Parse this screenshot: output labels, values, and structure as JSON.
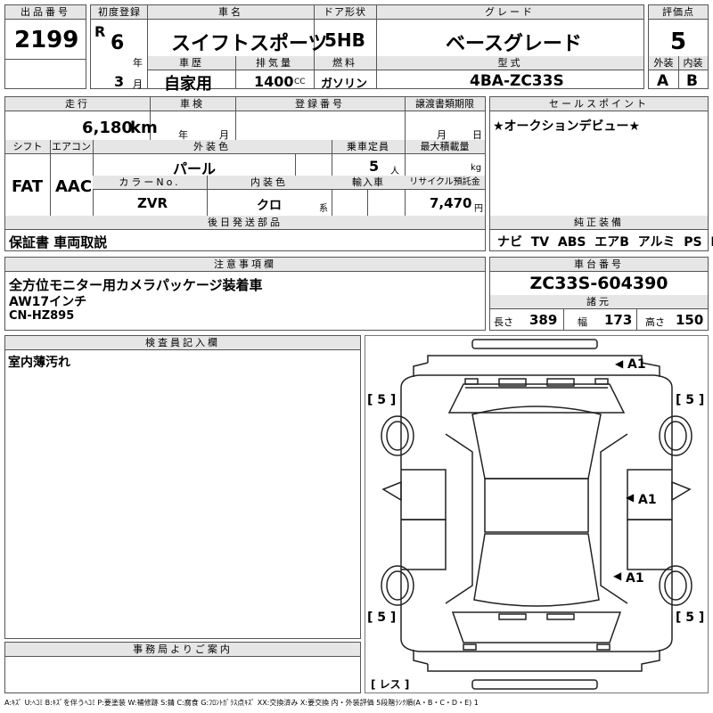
{
  "lot": {
    "header": "出品番号",
    "value": "2199"
  },
  "first_reg": {
    "header": "初度登録",
    "era": "R",
    "year": "6",
    "year_unit": "年",
    "month": "3",
    "month_unit": "月"
  },
  "car_name": {
    "header": "車名",
    "value": "スイフトスポーツ"
  },
  "door": {
    "header": "ドア形状",
    "value": "5HB"
  },
  "grade": {
    "header": "グレード",
    "value": "ベースグレード"
  },
  "score": {
    "header": "評価点",
    "value": "5"
  },
  "history": {
    "header": "車歴",
    "value": "自家用"
  },
  "displacement": {
    "header": "排気量",
    "value": "1400",
    "unit": "CC"
  },
  "fuel": {
    "header": "燃料",
    "value": "ガソリン"
  },
  "model": {
    "header": "型式",
    "value": "4BA-ZC33S"
  },
  "exterior_grade": {
    "header": "外装",
    "value": "A"
  },
  "interior_grade": {
    "header": "内装",
    "value": "B"
  },
  "mileage": {
    "header": "走行",
    "value": "6,180",
    "unit": "km"
  },
  "inspection": {
    "header": "車検",
    "year_unit": "年",
    "month_unit": "月"
  },
  "registration": {
    "header": "登録番号"
  },
  "transfer": {
    "header": "譲渡書類期限",
    "month_unit": "月",
    "day_unit": "日"
  },
  "sales_point": {
    "header": "セールスポイント",
    "text": "★オークションデビュー★"
  },
  "shift": {
    "header": "シフト",
    "value": "FAT"
  },
  "aircon": {
    "header": "エアコン",
    "value": "AAC"
  },
  "ext_color": {
    "header": "外装色",
    "value": "パール"
  },
  "capacity": {
    "header": "乗車定員",
    "value": "5",
    "unit": "人"
  },
  "max_load": {
    "header": "最大積載量",
    "unit": "kg"
  },
  "color_no": {
    "header": "カラーNo.",
    "value": "ZVR"
  },
  "int_color": {
    "header": "内装色",
    "value": "クロ",
    "unit": "系"
  },
  "import": {
    "header": "輸入車"
  },
  "recycle": {
    "header": "リサイクル預託金",
    "value": "7,470",
    "unit": "円"
  },
  "later_parts": {
    "header": "後日発送部品",
    "value": "保証書 車両取説"
  },
  "equipment": {
    "header": "純正装備",
    "items": [
      "ナビ",
      "TV",
      "ABS",
      "エアB",
      "アルミ",
      "PS",
      "PW"
    ]
  },
  "notes": {
    "header": "注意事項欄",
    "lines": [
      "全方位モニター用カメラパッケージ装着車",
      "AW17インチ",
      "CN-HZ895"
    ]
  },
  "chassis": {
    "header": "車台番号",
    "value": "ZC33S-604390"
  },
  "specs": {
    "header": "諸元",
    "length_label": "長さ",
    "length": "389",
    "width_label": "幅",
    "width": "173",
    "height_label": "高さ",
    "height": "150"
  },
  "inspector": {
    "header": "検査員記入欄",
    "text": "室内薄汚れ"
  },
  "office": {
    "header": "事務局よりご案内"
  },
  "diagram": {
    "tire_fl": "[ 5 ]",
    "tire_fr": "[ 5 ]",
    "tire_rl": "[ 5 ]",
    "tire_rr": "[ 5 ]",
    "mark_top": "A1",
    "mark_mid": "A1",
    "mark_low": "A1",
    "spare": "[ レス ]"
  },
  "legend": "A:ｷｽﾞ U:ﾍｺﾐ B:ｷｽﾞを伴うﾍｺﾐ P:要塗装 W:補修跡 S:錆 C:腐食 G:ﾌﾛﾝﾄｶﾞﾗｽ点ｷｽﾞ XX:交換済み X:要交換  内・外装評価 5段階ﾗﾝｸ順(A・B・C・D・E) 1"
}
